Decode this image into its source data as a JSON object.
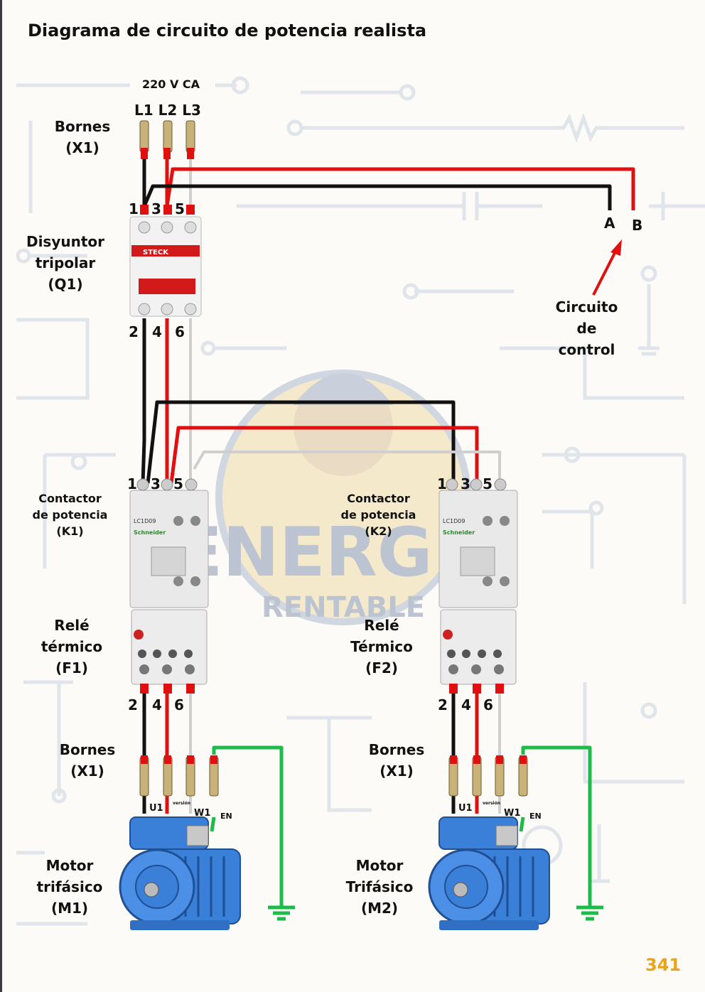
{
  "title": "Diagrama de circuito de potencia realista",
  "page_number": "341",
  "supply": {
    "voltage": "220 V CA",
    "phases": "L1 L2 L3"
  },
  "labels": {
    "terminals_top": [
      "Bornes",
      "(X1)"
    ],
    "breaker": [
      "Disyuntor",
      "tripolar",
      "(Q1)"
    ],
    "control": [
      "Circuito",
      "de",
      "control"
    ],
    "control_points": {
      "a": "A",
      "b": "B"
    },
    "contactor1": [
      "Contactor",
      "de potencia",
      "(K1)"
    ],
    "contactor2": [
      "Contactor",
      "de potencia",
      "(K2)"
    ],
    "relay1": [
      "Relé",
      "térmico",
      "(F1)"
    ],
    "relay2": [
      "Relé",
      "Térmico",
      "(F2)"
    ],
    "terminals_m1": [
      "Bornes",
      "(X1)"
    ],
    "terminals_m2": [
      "Bornes",
      "(X1)"
    ],
    "motor1": [
      "Motor",
      "trifásico",
      "(M1)"
    ],
    "motor2": [
      "Motor",
      "Trifásico",
      "(M2)"
    ]
  },
  "numbers": {
    "breaker_in": [
      "1",
      "3",
      "5"
    ],
    "breaker_out": [
      "2",
      "4",
      "6"
    ],
    "k1_in": [
      "1",
      "3",
      "5"
    ],
    "k2_in": [
      "1",
      "3",
      "5"
    ],
    "f1_out": [
      "2",
      "4",
      "6"
    ],
    "f2_out": [
      "2",
      "4",
      "6"
    ]
  },
  "motor_terminals": {
    "u1": "U1",
    "v1": "versión",
    "w1": "W1",
    "earth": "EN"
  },
  "device_text": {
    "breaker_brand": "STECK",
    "contactor_model": "LC1D09",
    "contactor_brand": "Schneider",
    "watermark_top": "ENERGIA",
    "watermark_bottom": "RENTABLE"
  },
  "colors": {
    "l1": "#111111",
    "l2": "#e01010",
    "l3": "#cfcfcf",
    "earth": "#1dbb4a",
    "page_number": "#e8a317",
    "motor": "#3a7fd8"
  }
}
